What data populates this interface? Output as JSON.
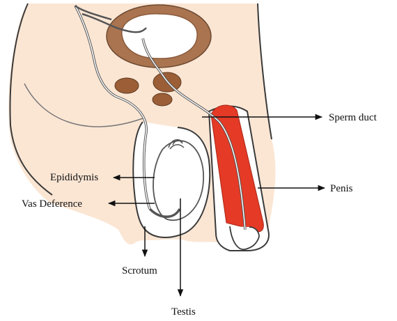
{
  "labels": {
    "sperm_duct": "Sperm duct",
    "epididymis": "Epididymis",
    "vas_deference": "Vas Deference",
    "penis": "Penis",
    "scrotum": "Scrotum",
    "testis": "Testis"
  },
  "colors": {
    "skin": "#fbe6d4",
    "bladder": "#a9744f",
    "gland": "#9b5e36",
    "penis_tissue": "#e43a26",
    "outline": "#3a3a3a",
    "duct": "#555555",
    "arrow": "#111111"
  }
}
